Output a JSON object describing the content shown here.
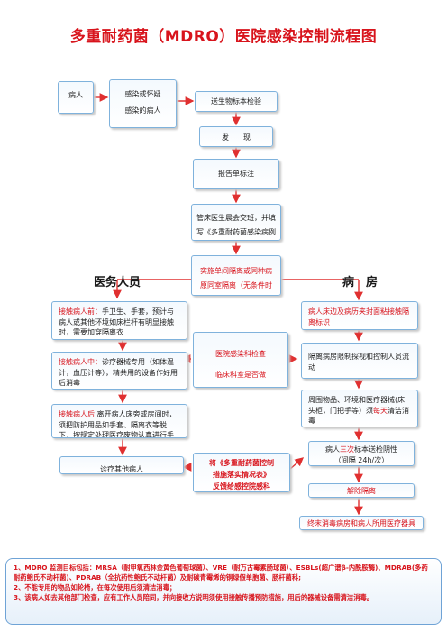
{
  "title": "多重耐药菌（MDRO）医院感染控制流程图",
  "flow": {
    "patient": "病人",
    "suspect_line1": "感染或怀疑",
    "suspect_line2": "感染的病人",
    "send_specimen": "送生物标本检验",
    "discover": "发　　现",
    "report": "报告单标注",
    "handover_line1": "管床医生晨会交班，并填",
    "handover_line2": "写《多重耐药菌感染病例",
    "isolation_line1": "实施单间隔离或同种病",
    "isolation_line2": "原同室隔离（无条件时",
    "check_line1": "医院感染科检查",
    "check_line2": "临床科室是否做",
    "report_mdr_line1": "将《多重耐药菌控制",
    "report_mdr_line2": "措施落实情况表》",
    "report_mdr_line3": "反馈给感控院感科",
    "release": "解除隔离",
    "final_disinfect": "终末消毒病房和病人所用医疗器具"
  },
  "staff": {
    "label": "医务人员",
    "item1_red": "接触病人前：",
    "item1_rest": "手卫生、手套，预计与病人或其他环境如床栏杆有明显接触时，需要加穿隔离衣",
    "item2_red": "接触病人中：",
    "item2_rest": "诊疗器械专用（如体温计，血压计等），精共用的设备作好用后消毒",
    "item3_red": "接触病人后",
    "item3_rest": "离开病人床旁或房间时，须把防护用品如手套、隔离衣等脱下，按规定处理医疗废物认真进行手卫生",
    "item4": "诊疗其他病人"
  },
  "ward": {
    "label": "病　房",
    "item1_main": "病人床边及病历夹封面粘接触隔离",
    "item1_red": "标识",
    "item2": "隔离病房限制探视和控制人员流动",
    "item3_main": "周围物品、环境和医疗器械(床头柜，门把手等）须",
    "item3_red": "每天",
    "item3_tail": "清洁消毒",
    "item4_a": "病人",
    "item4_red": "三次",
    "item4_b": "标本送检阴性",
    "item4_c": "（间隔 24h/次）"
  },
  "notes": {
    "line1": "1、MDRO 监测目标包括：MRSA（耐甲氧西林金黄色葡萄球菌）、VRE（耐万古霉素肠球菌）、ESBLs(超广谱β-内酰胺酶)、MDRAB(多药耐药鲍氏不动杆菌)、PDRAB（全抗药性鲍氏不动杆菌）及耐碳青霉烯的铜绿假单胞菌、肠杆菌科;",
    "line2": "2、不能专用的物品如轮椅，在每次使用后须清洁消毒；",
    "line3": "3、该病人如去其他部门检查，应有工作人员陪同，并向接收方说明须使用接触传播预防措施，用后的器械设备需清洁消毒。"
  }
}
